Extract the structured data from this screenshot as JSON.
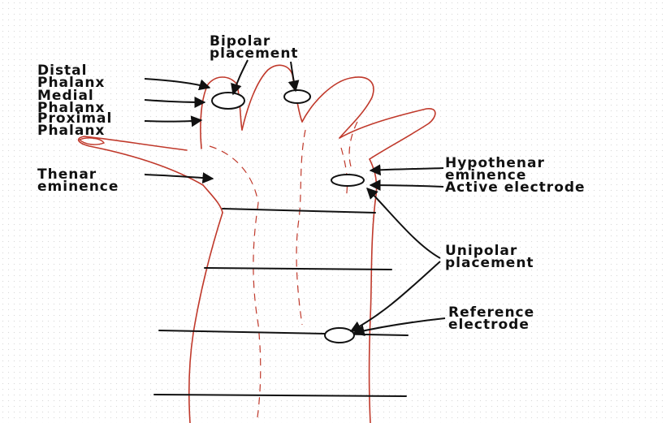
{
  "labels": {
    "bipolar": [
      "Bipolar",
      "placement"
    ],
    "distal": [
      "Distal",
      "Phalanx"
    ],
    "medial": [
      "Medial",
      "Phalanx"
    ],
    "proximal": [
      "Proximal",
      "Phalanx"
    ],
    "thenar": [
      "Thenar",
      "eminence"
    ],
    "hypothenar": [
      "Hypothenar",
      "eminence"
    ],
    "active_electrode": "Active electrode",
    "unipolar": [
      "Unipolar",
      "placement"
    ],
    "reference": [
      "Reference",
      "electrode"
    ]
  },
  "colors": {
    "outline": "#c0392b",
    "ink": "#111111",
    "crease": "#c0392b"
  }
}
